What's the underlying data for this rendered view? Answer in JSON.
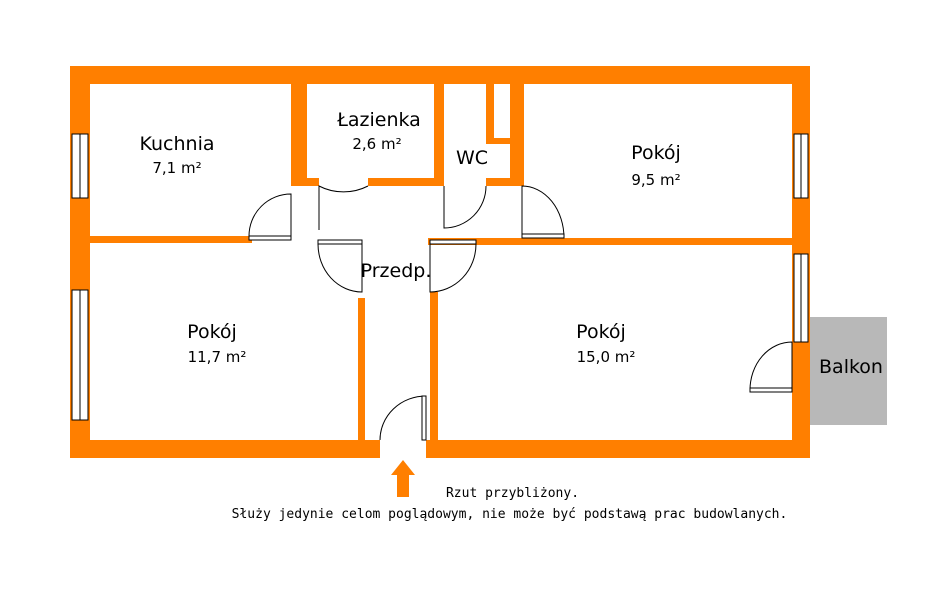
{
  "colors": {
    "wall": "#ff7f00",
    "balcony": "#b8b8b8",
    "window": "#ffffff",
    "text": "#000000"
  },
  "rooms": {
    "kitchen": {
      "name": "Kuchnia",
      "area": "7,1 m²"
    },
    "bathroom": {
      "name": "Łazienka",
      "area": "2,6 m²"
    },
    "wc": {
      "name": "WC"
    },
    "room_ne": {
      "name": "Pokój",
      "area": "9,5 m²"
    },
    "room_w": {
      "name": "Pokój",
      "area": "11,7 m²"
    },
    "room_se": {
      "name": "Pokój",
      "area": "15,0 m²"
    },
    "hall": {
      "name": "Przedp."
    },
    "balcony": {
      "name": "Balkon"
    }
  },
  "entrance_icon": "arrow-up-icon",
  "note": {
    "line1": "Rzut przybliżony.",
    "line2": "Służy jedynie celom poglądowym, nie może być podstawą prac budowlanych."
  }
}
